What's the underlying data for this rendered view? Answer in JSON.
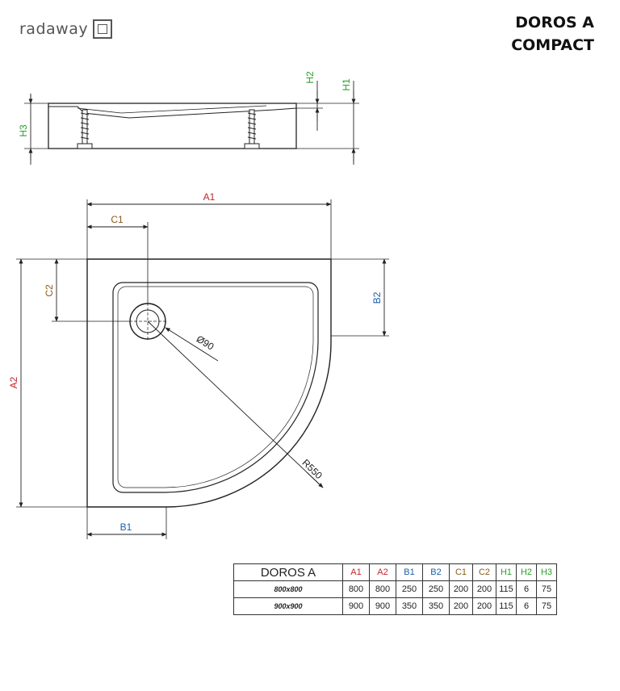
{
  "brand": {
    "logo_text": "radaway"
  },
  "title": {
    "line1": "DOROS A",
    "line2": "COMPACT"
  },
  "colors": {
    "a": "#c0262b",
    "b": "#1a5fa8",
    "c": "#8a5a1a",
    "h": "#2aa02a",
    "line": "#222222"
  },
  "side_view": {
    "labels": {
      "h1": "H1",
      "h2": "H2",
      "h3": "H3"
    }
  },
  "top_view": {
    "labels": {
      "a1": "A1",
      "a2": "A2",
      "b1": "B1",
      "b2": "B2",
      "c1": "C1",
      "c2": "C2",
      "diameter": "Ø90",
      "radius": "R550"
    }
  },
  "table": {
    "model": "DOROS A",
    "headers": [
      "A1",
      "A2",
      "B1",
      "B2",
      "C1",
      "C2",
      "H1",
      "H2",
      "H3"
    ],
    "rows": [
      {
        "label": "800x800",
        "values": [
          "800",
          "800",
          "250",
          "250",
          "200",
          "200",
          "115",
          "6",
          "75"
        ]
      },
      {
        "label": "900x900",
        "values": [
          "900",
          "900",
          "350",
          "350",
          "200",
          "200",
          "115",
          "6",
          "75"
        ]
      }
    ]
  }
}
